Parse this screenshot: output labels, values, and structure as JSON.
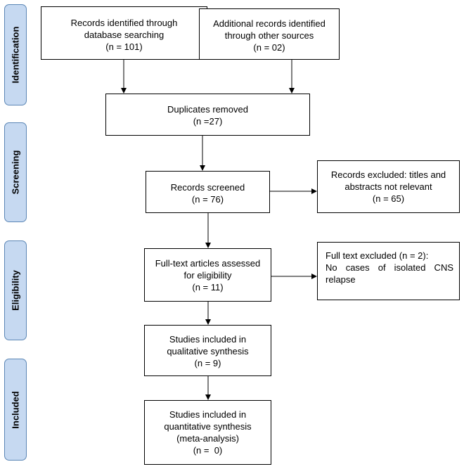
{
  "stages": {
    "identification": "Identification",
    "screening": "Screening",
    "eligibility": "Eligibility",
    "included": "Included"
  },
  "boxes": {
    "database_records": {
      "lines": [
        "Records identified through",
        "database searching",
        "(n = 101)"
      ]
    },
    "other_records": {
      "lines": [
        "Additional records identified",
        "through other sources",
        "(n = 02)"
      ]
    },
    "duplicates": {
      "lines": [
        "Duplicates removed",
        "(n =27)"
      ]
    },
    "screened": {
      "lines": [
        "Records screened",
        "(n = 76)"
      ]
    },
    "screened_excluded": {
      "lines": [
        "Records excluded: titles and",
        "abstracts not relevant",
        "(n = 65)"
      ]
    },
    "fulltext": {
      "lines": [
        "Full-text articles assessed",
        "for eligibility",
        "(n = 11)"
      ]
    },
    "fulltext_excluded": {
      "lines": [
        "Full text excluded (n = 2):",
        "No cases of isolated CNS",
        "relapse"
      ]
    },
    "qualitative": {
      "lines": [
        "Studies included in",
        "qualitative synthesis",
        "(n = 9)"
      ]
    },
    "quantitative": {
      "lines": [
        "Studies included in",
        "quantitative synthesis",
        "(meta-analysis)",
        "(n =  0)"
      ]
    }
  }
}
